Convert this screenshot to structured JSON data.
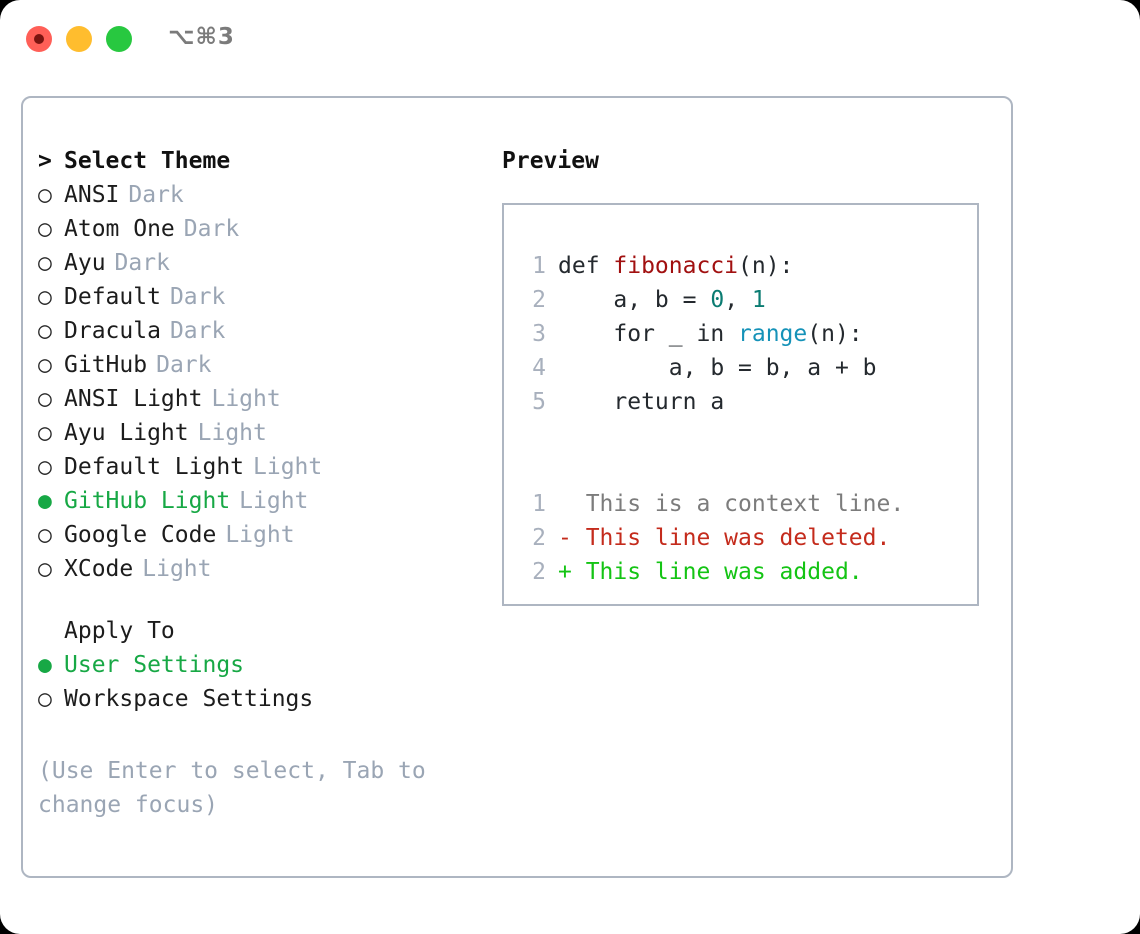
{
  "window": {
    "title": "⌥⌘3",
    "traffic_lights": [
      {
        "name": "close",
        "color": "#ff5f57"
      },
      {
        "name": "minimize",
        "color": "#ffbd2e"
      },
      {
        "name": "maximize",
        "color": "#28c840"
      }
    ]
  },
  "colors": {
    "selected_green": "#17a845",
    "badge_gray": "#9aa5b4",
    "border": "#aeb6c2",
    "hint_gray": "#9aa5b4",
    "diff_add": "#14c414",
    "diff_del": "#c42b1c",
    "func_red": "#a11010",
    "number_teal": "#0b7c72",
    "builtin_blue": "#1592b8"
  },
  "theme_selector": {
    "heading_marker": ">",
    "heading": "Select Theme",
    "marker_selected": "●",
    "marker_unselected": "○",
    "items": [
      {
        "label": "ANSI",
        "badge": "Dark",
        "selected": false
      },
      {
        "label": "Atom One",
        "badge": "Dark",
        "selected": false
      },
      {
        "label": "Ayu",
        "badge": "Dark",
        "selected": false
      },
      {
        "label": "Default",
        "badge": "Dark",
        "selected": false
      },
      {
        "label": "Dracula",
        "badge": "Dark",
        "selected": false
      },
      {
        "label": "GitHub",
        "badge": "Dark",
        "selected": false
      },
      {
        "label": "ANSI Light",
        "badge": "Light",
        "selected": false
      },
      {
        "label": "Ayu Light",
        "badge": "Light",
        "selected": false
      },
      {
        "label": "Default Light",
        "badge": "Light",
        "selected": false
      },
      {
        "label": "GitHub Light",
        "badge": "Light",
        "selected": true
      },
      {
        "label": "Google Code",
        "badge": "Light",
        "selected": false
      },
      {
        "label": "XCode",
        "badge": "Light",
        "selected": false
      }
    ]
  },
  "apply_to": {
    "heading": "Apply To",
    "items": [
      {
        "label": "User Settings",
        "selected": true
      },
      {
        "label": "Workspace Settings",
        "selected": false
      }
    ]
  },
  "hint": "(Use Enter to select, Tab to change focus)",
  "preview": {
    "title": "Preview",
    "code_lines": [
      {
        "num": "1",
        "tokens": [
          {
            "t": "def ",
            "c": "tok-kw"
          },
          {
            "t": "fibonacci",
            "c": "tok-fn"
          },
          {
            "t": "(n):",
            "c": "tok-plain"
          }
        ]
      },
      {
        "num": "2",
        "tokens": [
          {
            "t": "    a, b = ",
            "c": "tok-plain"
          },
          {
            "t": "0",
            "c": "tok-num"
          },
          {
            "t": ", ",
            "c": "tok-plain"
          },
          {
            "t": "1",
            "c": "tok-num"
          }
        ]
      },
      {
        "num": "3",
        "tokens": [
          {
            "t": "    for _ in ",
            "c": "tok-plain"
          },
          {
            "t": "range",
            "c": "tok-builtin"
          },
          {
            "t": "(n):",
            "c": "tok-plain"
          }
        ]
      },
      {
        "num": "4",
        "tokens": [
          {
            "t": "        a, b = b, a + b",
            "c": "tok-plain"
          }
        ]
      },
      {
        "num": "5",
        "tokens": [
          {
            "t": "    return a",
            "c": "tok-plain"
          }
        ]
      }
    ],
    "diff_lines": [
      {
        "num": "1",
        "text": "  This is a context line.",
        "cls": "diff-context"
      },
      {
        "num": "2",
        "text": "- This line was deleted.",
        "cls": "diff-del"
      },
      {
        "num": "2",
        "text": "+ This line was added.",
        "cls": "diff-add"
      }
    ]
  }
}
